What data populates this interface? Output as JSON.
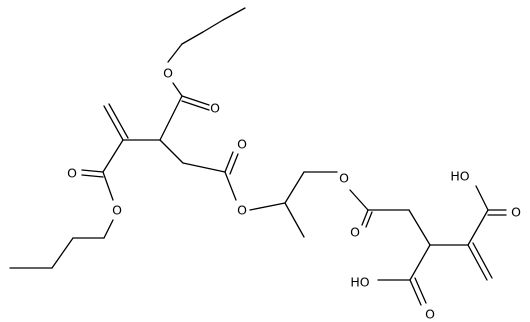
{
  "colors": {
    "bond": "#000000",
    "background": "#ffffff"
  },
  "atom_labels": {
    "o_butyl_top": "O",
    "o_carbonyl_top": "O",
    "o_carbonyl_mid": "O",
    "o_carbonyl_left": "O",
    "o_butyl_left": "O",
    "o_ester_left": "O",
    "o_ester_right": "O",
    "o_carbonyl_right": "O",
    "oh_top": "HO",
    "o_acid_top": "O",
    "oh_bottom": "HO",
    "o_acid_bottom": "O"
  }
}
